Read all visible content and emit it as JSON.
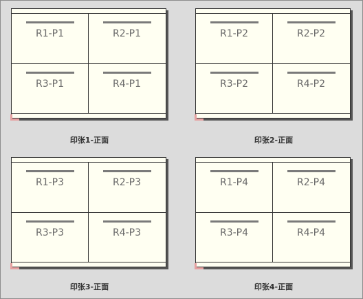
{
  "sheets": [
    {
      "caption": "印张1-正面",
      "cells": [
        "R1-P1",
        "R2-P1",
        "R3-P1",
        "R4-P1"
      ]
    },
    {
      "caption": "印张2-正面",
      "cells": [
        "R1-P2",
        "R2-P2",
        "R3-P2",
        "R4-P2"
      ]
    },
    {
      "caption": "印张3-正面",
      "cells": [
        "R1-P3",
        "R2-P3",
        "R3-P3",
        "R4-P3"
      ]
    },
    {
      "caption": "印张4-正面",
      "cells": [
        "R1-P4",
        "R2-P4",
        "R3-P4",
        "R4-P4"
      ]
    }
  ],
  "colors": {
    "background": "#dcdcdc",
    "paper": "#fffff2",
    "corner_mark": "#e6a0a0",
    "label": "#6a6a6a"
  }
}
